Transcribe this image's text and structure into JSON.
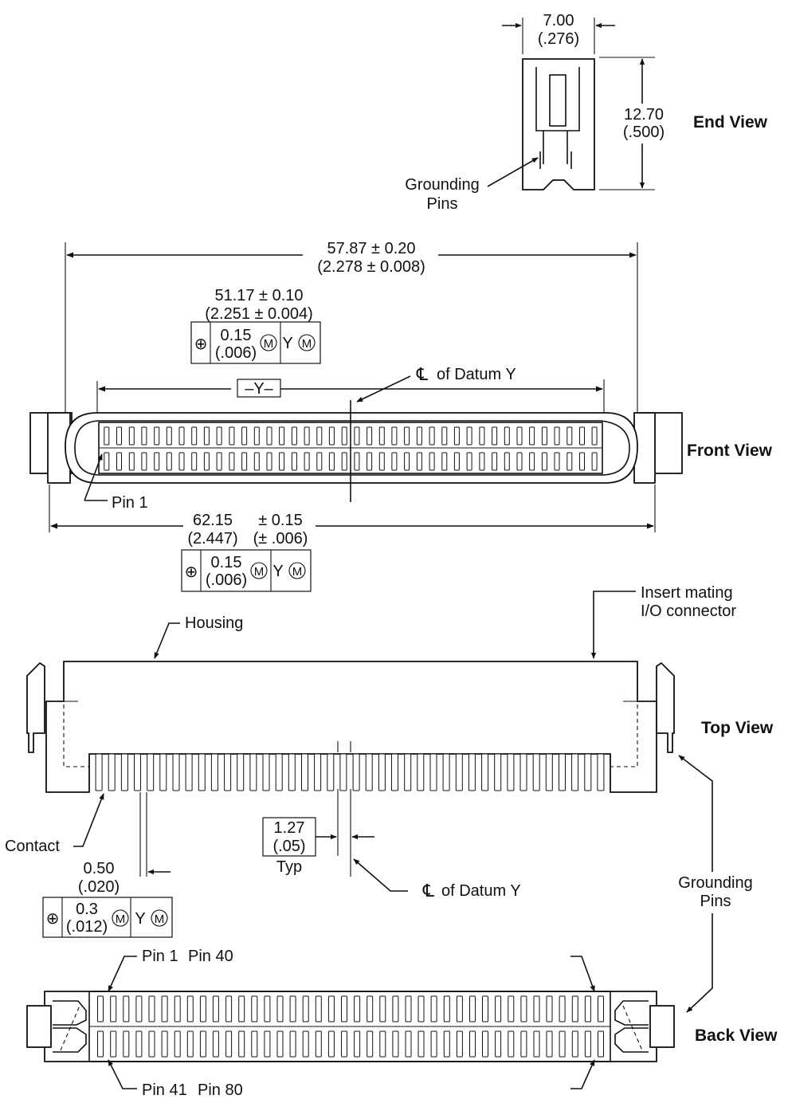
{
  "views": {
    "end": "End View",
    "front": "Front View",
    "top": "Top View",
    "back": "Back View"
  },
  "end_view": {
    "width_mm": "7.00",
    "width_in": "(.276)",
    "height_mm": "12.70",
    "height_in": "(.500)",
    "grounding_1": "Grounding",
    "grounding_2": "Pins"
  },
  "front_view": {
    "overall_mm": "57.87 ± 0.20",
    "overall_in": "(2.278 ± 0.008)",
    "inner_mm": "51.17 ± 0.10",
    "inner_in": "(2.251 ± 0.004)",
    "datum_box": "–Y–",
    "datum_label": "of Datum Y",
    "pin1": "Pin 1",
    "base_mm": "62.15",
    "base_in": "(2.447)",
    "base_tol_mm": "± 0.15",
    "base_tol_in": "(± .006)",
    "fcf1": {
      "symbol": "⊕",
      "value_mm": "0.15",
      "value_in": "(.006)",
      "modifier": "M",
      "datum": "Y"
    },
    "fcf2": {
      "symbol": "⊕",
      "value_mm": "0.15",
      "value_in": "(.006)",
      "modifier": "M",
      "datum": "Y"
    }
  },
  "top_view": {
    "housing": "Housing",
    "insert_1": "Insert mating",
    "insert_2": "I/O connector",
    "contact": "Contact",
    "pitch_mm": "1.27",
    "pitch_in": "(.05)",
    "pitch_typ": "Typ",
    "width_mm": "0.50",
    "width_in": "(.020)",
    "datum_label": "of Datum Y",
    "grounding_1": "Grounding",
    "grounding_2": "Pins",
    "fcf3": {
      "symbol": "⊕",
      "value_mm": "0.3",
      "value_in": "(.012)",
      "modifier": "M",
      "datum": "Y"
    }
  },
  "back_view": {
    "pin1": "Pin 1",
    "pin40": "Pin 40",
    "pin41": "Pin 41",
    "pin80": "Pin 80"
  },
  "centerline_symbol": "℄"
}
